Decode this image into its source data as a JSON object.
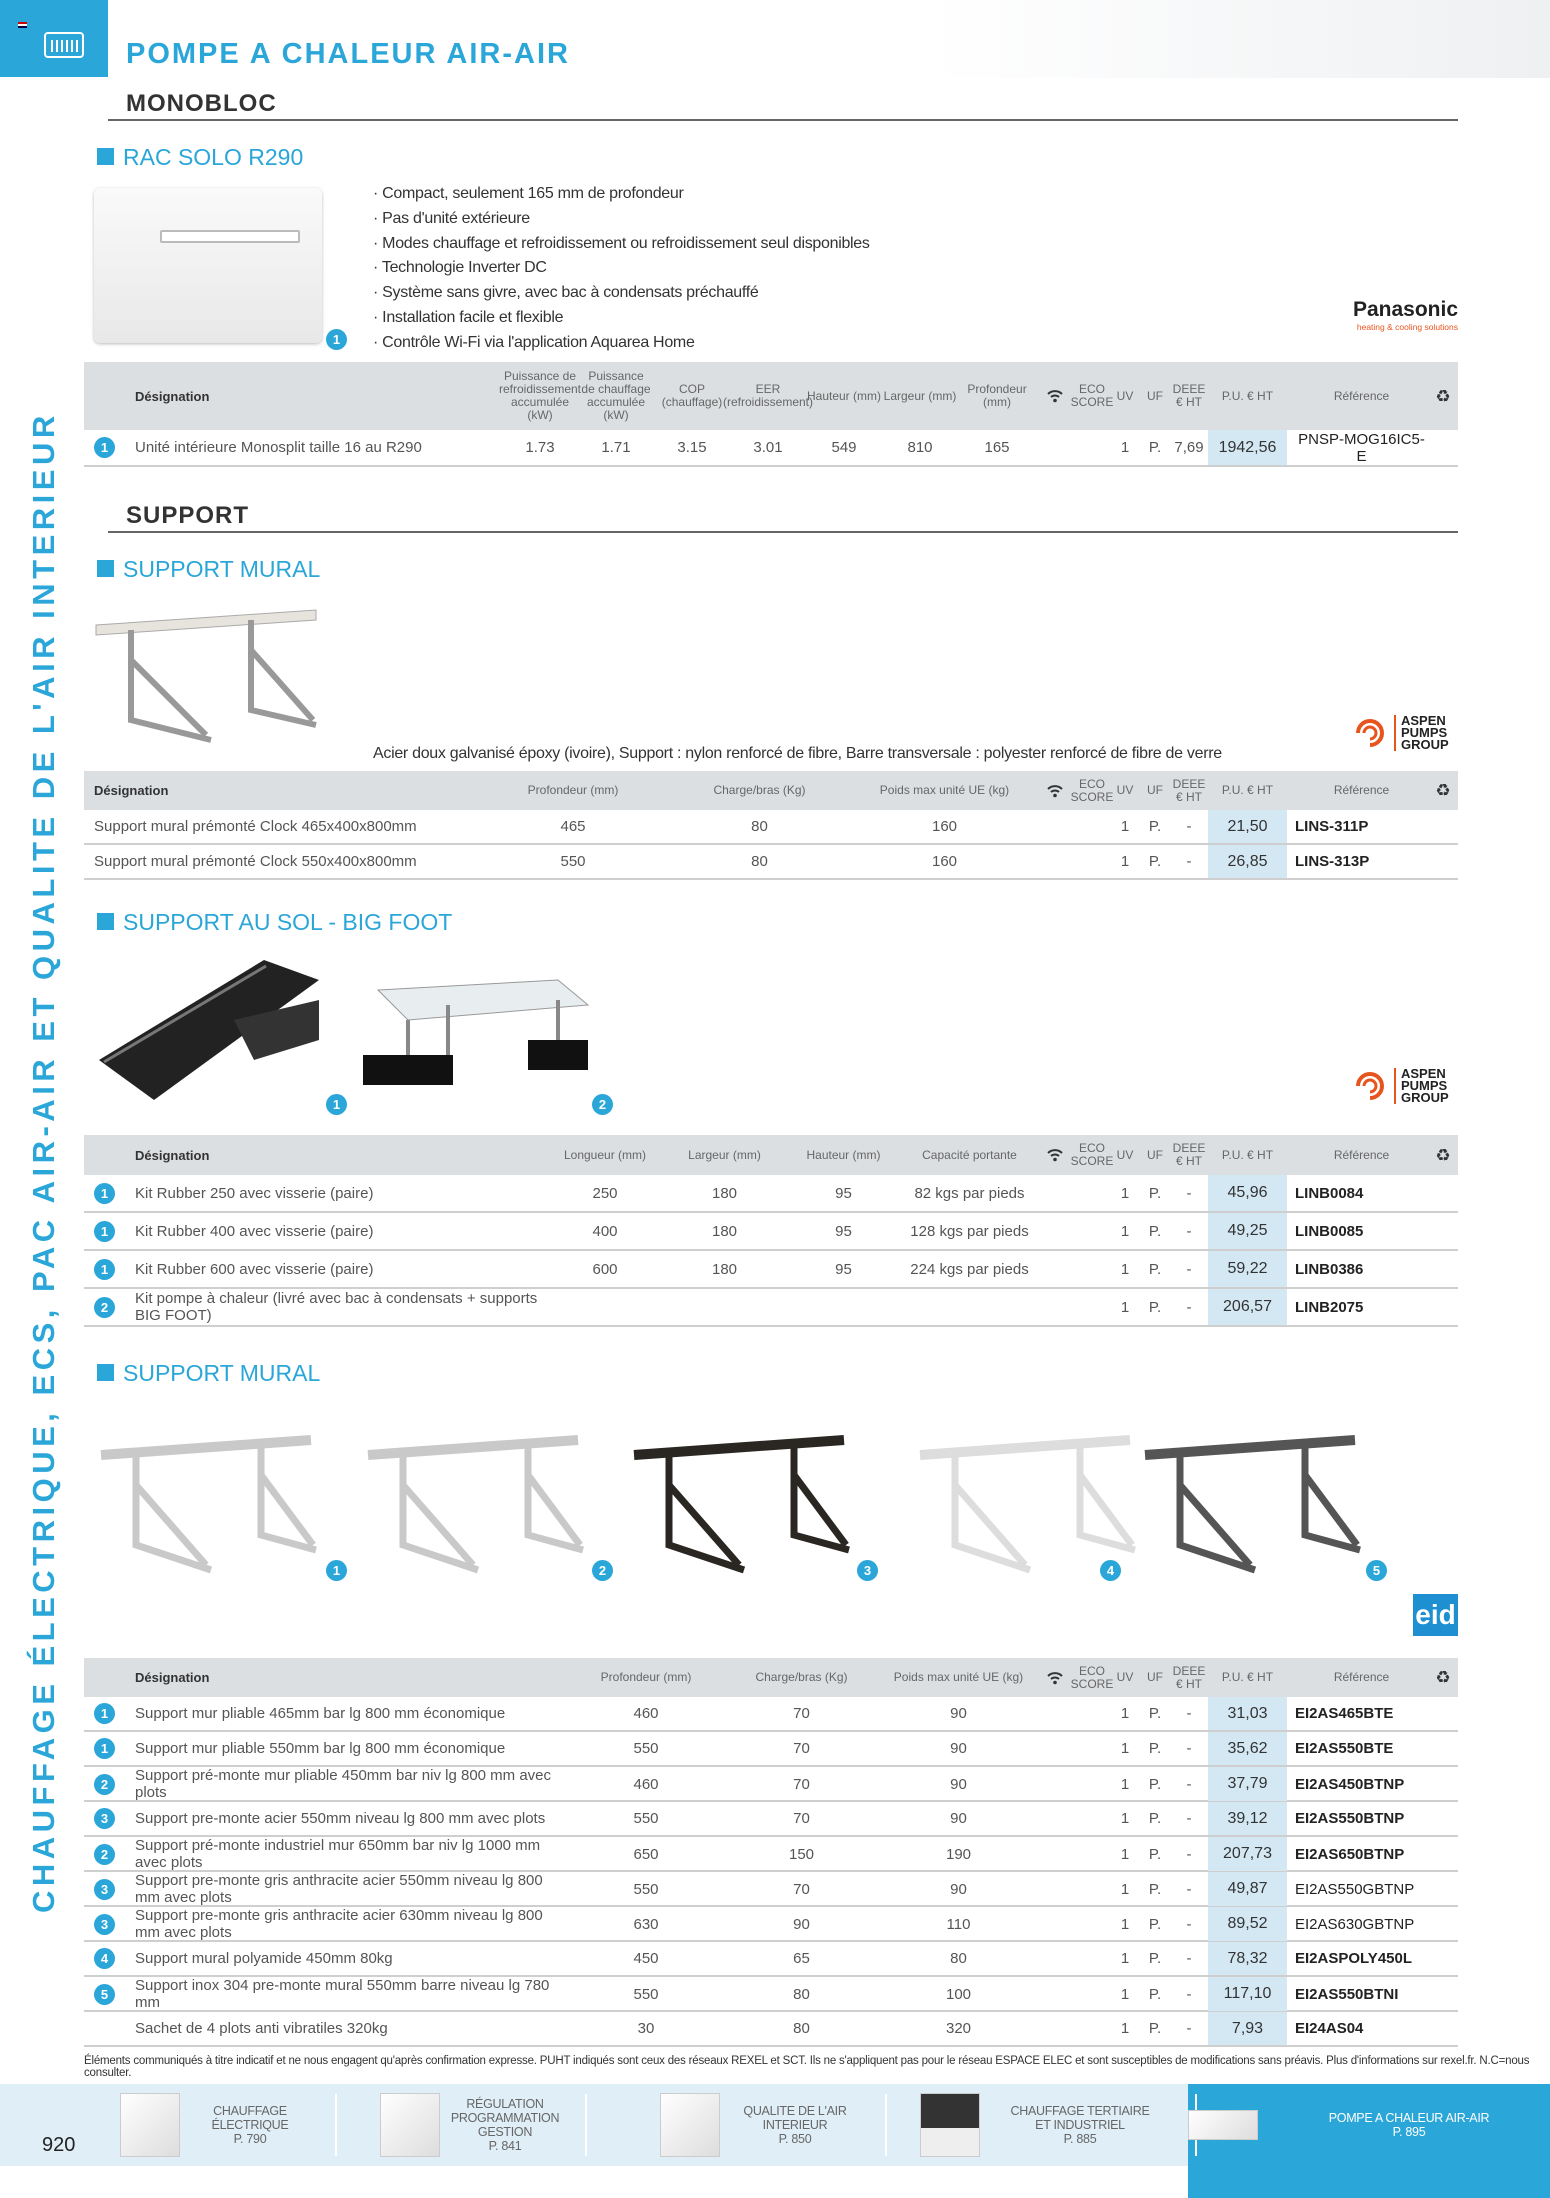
{
  "header": {
    "title": "POMPE A CHALEUR AIR-AIR"
  },
  "side_title": "CHAUFFAGE ÉLECTRIQUE, ECS, PAC AIR-AIR ET QUALITE DE L'AIR INTERIEUR",
  "sections": {
    "monobloc": {
      "heading": "MONOBLOC",
      "sub": "RAC SOLO R290",
      "bullets": [
        "· Compact, seulement 165 mm de profondeur",
        "· Pas d'unité extérieure",
        "· Modes chauffage et refroidissement ou refroidissement seul disponibles",
        "· Technologie Inverter DC",
        "· Système sans givre, avec bac à condensats préchauffé",
        "· Installation facile et flexible",
        "· Contrôle Wi-Fi via l'application Aquarea Home"
      ],
      "brand": "Panasonic",
      "brand_tagline": "heating & cooling solutions",
      "image_badge": "1"
    },
    "support": {
      "heading": "SUPPORT",
      "sub1": "SUPPORT MURAL",
      "desc1": "Acier doux galvanisé époxy (ivoire), Support : nylon renforcé de fibre, Barre transversale : polyester renforcé de fibre de verre",
      "sub2": "SUPPORT AU SOL - BIG FOOT",
      "sub3": "SUPPORT MURAL",
      "brand_aspen": [
        "ASPEN",
        "PUMPS",
        "GROUP"
      ],
      "brand_eid": "eid",
      "bigfoot_badges": [
        "1",
        "2"
      ],
      "mural_badges": [
        "1",
        "2",
        "3",
        "4",
        "5"
      ]
    }
  },
  "common_cols": {
    "wifi": "wifi-icon",
    "eco": "ECO\nSCORE",
    "uv": "UV",
    "uf": "UF",
    "deee": "DEEE\n€ HT",
    "pu": "P.U. € HT",
    "ref": "Référence",
    "recycle": "recycle-icon"
  },
  "tables": {
    "t1": {
      "columns": [
        "Désignation",
        "Puissance de\nrefroidissement\naccumulée\n(kW)",
        "Puissance\nde chauffage\naccumulée\n(kW)",
        "COP (chauffage)",
        "EER\n(refroidissement)",
        "Hauteur (mm)",
        "Largeur (mm)",
        "Profondeur\n(mm)"
      ],
      "rows": [
        {
          "badge": "1",
          "cells": [
            "Unité intérieure Monosplit taille 16 au R290",
            "1.73",
            "1.71",
            "3.15",
            "3.01",
            "549",
            "810",
            "165"
          ],
          "uv": "1",
          "uf": "P.",
          "deee": "7,69",
          "pu": "1942,56",
          "ref": "PNSP-MOG16IC5-E",
          "ref_bold": false
        }
      ]
    },
    "t2": {
      "columns": [
        "Désignation",
        "Profondeur (mm)",
        "Charge/bras (Kg)",
        "Poids max unité UE (kg)"
      ],
      "rows": [
        {
          "badge": "",
          "cells": [
            "Support mural prémonté Clock 465x400x800mm",
            "465",
            "80",
            "160"
          ],
          "uv": "1",
          "uf": "P.",
          "deee": "-",
          "pu": "21,50",
          "ref": "LINS-311P",
          "ref_bold": true
        },
        {
          "badge": "",
          "cells": [
            "Support mural prémonté Clock 550x400x800mm",
            "550",
            "80",
            "160"
          ],
          "uv": "1",
          "uf": "P.",
          "deee": "-",
          "pu": "26,85",
          "ref": "LINS-313P",
          "ref_bold": true
        }
      ]
    },
    "t3": {
      "columns": [
        "Désignation",
        "Longueur (mm)",
        "Largeur (mm)",
        "Hauteur (mm)",
        "Capacité portante"
      ],
      "rows": [
        {
          "badge": "1",
          "cells": [
            "Kit Rubber 250 avec visserie (paire)",
            "250",
            "180",
            "95",
            "82 kgs par pieds"
          ],
          "uv": "1",
          "uf": "P.",
          "deee": "-",
          "pu": "45,96",
          "ref": "LINB0084",
          "ref_bold": true
        },
        {
          "badge": "1",
          "cells": [
            "Kit Rubber 400 avec visserie (paire)",
            "400",
            "180",
            "95",
            "128 kgs par pieds"
          ],
          "uv": "1",
          "uf": "P.",
          "deee": "-",
          "pu": "49,25",
          "ref": "LINB0085",
          "ref_bold": true
        },
        {
          "badge": "1",
          "cells": [
            "Kit Rubber 600 avec visserie (paire)",
            "600",
            "180",
            "95",
            "224 kgs par pieds"
          ],
          "uv": "1",
          "uf": "P.",
          "deee": "-",
          "pu": "59,22",
          "ref": "LINB0386",
          "ref_bold": true
        },
        {
          "badge": "2",
          "cells": [
            "Kit pompe à chaleur (livré avec bac à condensats + supports BIG FOOT)",
            "",
            "",
            "",
            ""
          ],
          "uv": "1",
          "uf": "P.",
          "deee": "-",
          "pu": "206,57",
          "ref": "LINB2075",
          "ref_bold": true
        }
      ]
    },
    "t4": {
      "columns": [
        "Désignation",
        "Profondeur (mm)",
        "Charge/bras (Kg)",
        "Poids max unité UE (kg)"
      ],
      "rows": [
        {
          "badge": "1",
          "cells": [
            "Support mur pliable 465mm bar lg 800 mm économique",
            "460",
            "70",
            "90"
          ],
          "uv": "1",
          "uf": "P.",
          "deee": "-",
          "pu": "31,03",
          "ref": "EI2AS465BTE",
          "ref_bold": true
        },
        {
          "badge": "1",
          "cells": [
            "Support mur pliable 550mm bar lg 800 mm économique",
            "550",
            "70",
            "90"
          ],
          "uv": "1",
          "uf": "P.",
          "deee": "-",
          "pu": "35,62",
          "ref": "EI2AS550BTE",
          "ref_bold": true
        },
        {
          "badge": "2",
          "cells": [
            "Support pré-monte mur pliable 450mm bar niv lg 800 mm avec plots",
            "460",
            "70",
            "90"
          ],
          "uv": "1",
          "uf": "P.",
          "deee": "-",
          "pu": "37,79",
          "ref": "EI2AS450BTNP",
          "ref_bold": true
        },
        {
          "badge": "3",
          "cells": [
            "Support pre-monte acier 550mm niveau lg 800 mm avec plots",
            "550",
            "70",
            "90"
          ],
          "uv": "1",
          "uf": "P.",
          "deee": "-",
          "pu": "39,12",
          "ref": "EI2AS550BTNP",
          "ref_bold": true
        },
        {
          "badge": "2",
          "cells": [
            "Support pré-monte industriel mur 650mm bar niv lg 1000 mm avec plots",
            "650",
            "150",
            "190"
          ],
          "uv": "1",
          "uf": "P.",
          "deee": "-",
          "pu": "207,73",
          "ref": "EI2AS650BTNP",
          "ref_bold": true
        },
        {
          "badge": "3",
          "cells": [
            "Support pre-monte gris anthracite acier 550mm niveau lg 800 mm avec plots",
            "550",
            "70",
            "90"
          ],
          "uv": "1",
          "uf": "P.",
          "deee": "-",
          "pu": "49,87",
          "ref": "EI2AS550GBTNP",
          "ref_bold": false
        },
        {
          "badge": "3",
          "cells": [
            "Support pre-monte gris anthracite acier 630mm niveau lg 800 mm avec plots",
            "630",
            "90",
            "110"
          ],
          "uv": "1",
          "uf": "P.",
          "deee": "-",
          "pu": "89,52",
          "ref": "EI2AS630GBTNP",
          "ref_bold": false
        },
        {
          "badge": "4",
          "cells": [
            "Support mural polyamide 450mm 80kg",
            "450",
            "65",
            "80"
          ],
          "uv": "1",
          "uf": "P.",
          "deee": "-",
          "pu": "78,32",
          "ref": "EI2ASPOLY450L",
          "ref_bold": true
        },
        {
          "badge": "5",
          "cells": [
            "Support inox 304 pre-monte mural 550mm barre niveau lg 780 mm",
            "550",
            "80",
            "100"
          ],
          "uv": "1",
          "uf": "P.",
          "deee": "-",
          "pu": "117,10",
          "ref": "EI2AS550BTNI",
          "ref_bold": true
        },
        {
          "badge": "",
          "cells": [
            "Sachet de 4 plots anti vibratiles 320kg",
            "30",
            "80",
            "320"
          ],
          "uv": "1",
          "uf": "P.",
          "deee": "-",
          "pu": "7,93",
          "ref": "EI24AS04",
          "ref_bold": true
        }
      ]
    }
  },
  "footnote": "Éléments communiqués à titre indicatif et ne nous engagent qu'après confirmation expresse. PUHT indiqués sont ceux des réseaux REXEL et SCT. Ils ne s'appliquent pas pour le réseau ESPACE ELEC et sont susceptibles de modifications sans préavis. Plus d'informations sur rexel.fr. N.C=nous consulter.",
  "footer_nav": [
    {
      "label": "CHAUFFAGE ÉLECTRIQUE\nP. 790",
      "active": false
    },
    {
      "label": "RÉGULATION PROGRAMMATION\nGESTION\nP. 841",
      "active": false
    },
    {
      "label": "QUALITE DE L'AIR INTERIEUR\nP. 850",
      "active": false
    },
    {
      "label": "CHAUFFAGE TERTIAIRE\nET INDUSTRIEL\nP. 885",
      "active": false
    },
    {
      "label": "POMPE A CHALEUR AIR-AIR\nP. 895",
      "active": true
    }
  ],
  "page_number": "920",
  "colors": {
    "accent": "#2aa6d8",
    "header_bg": "#dcdfe2",
    "price_bg": "#d4e8f4"
  }
}
